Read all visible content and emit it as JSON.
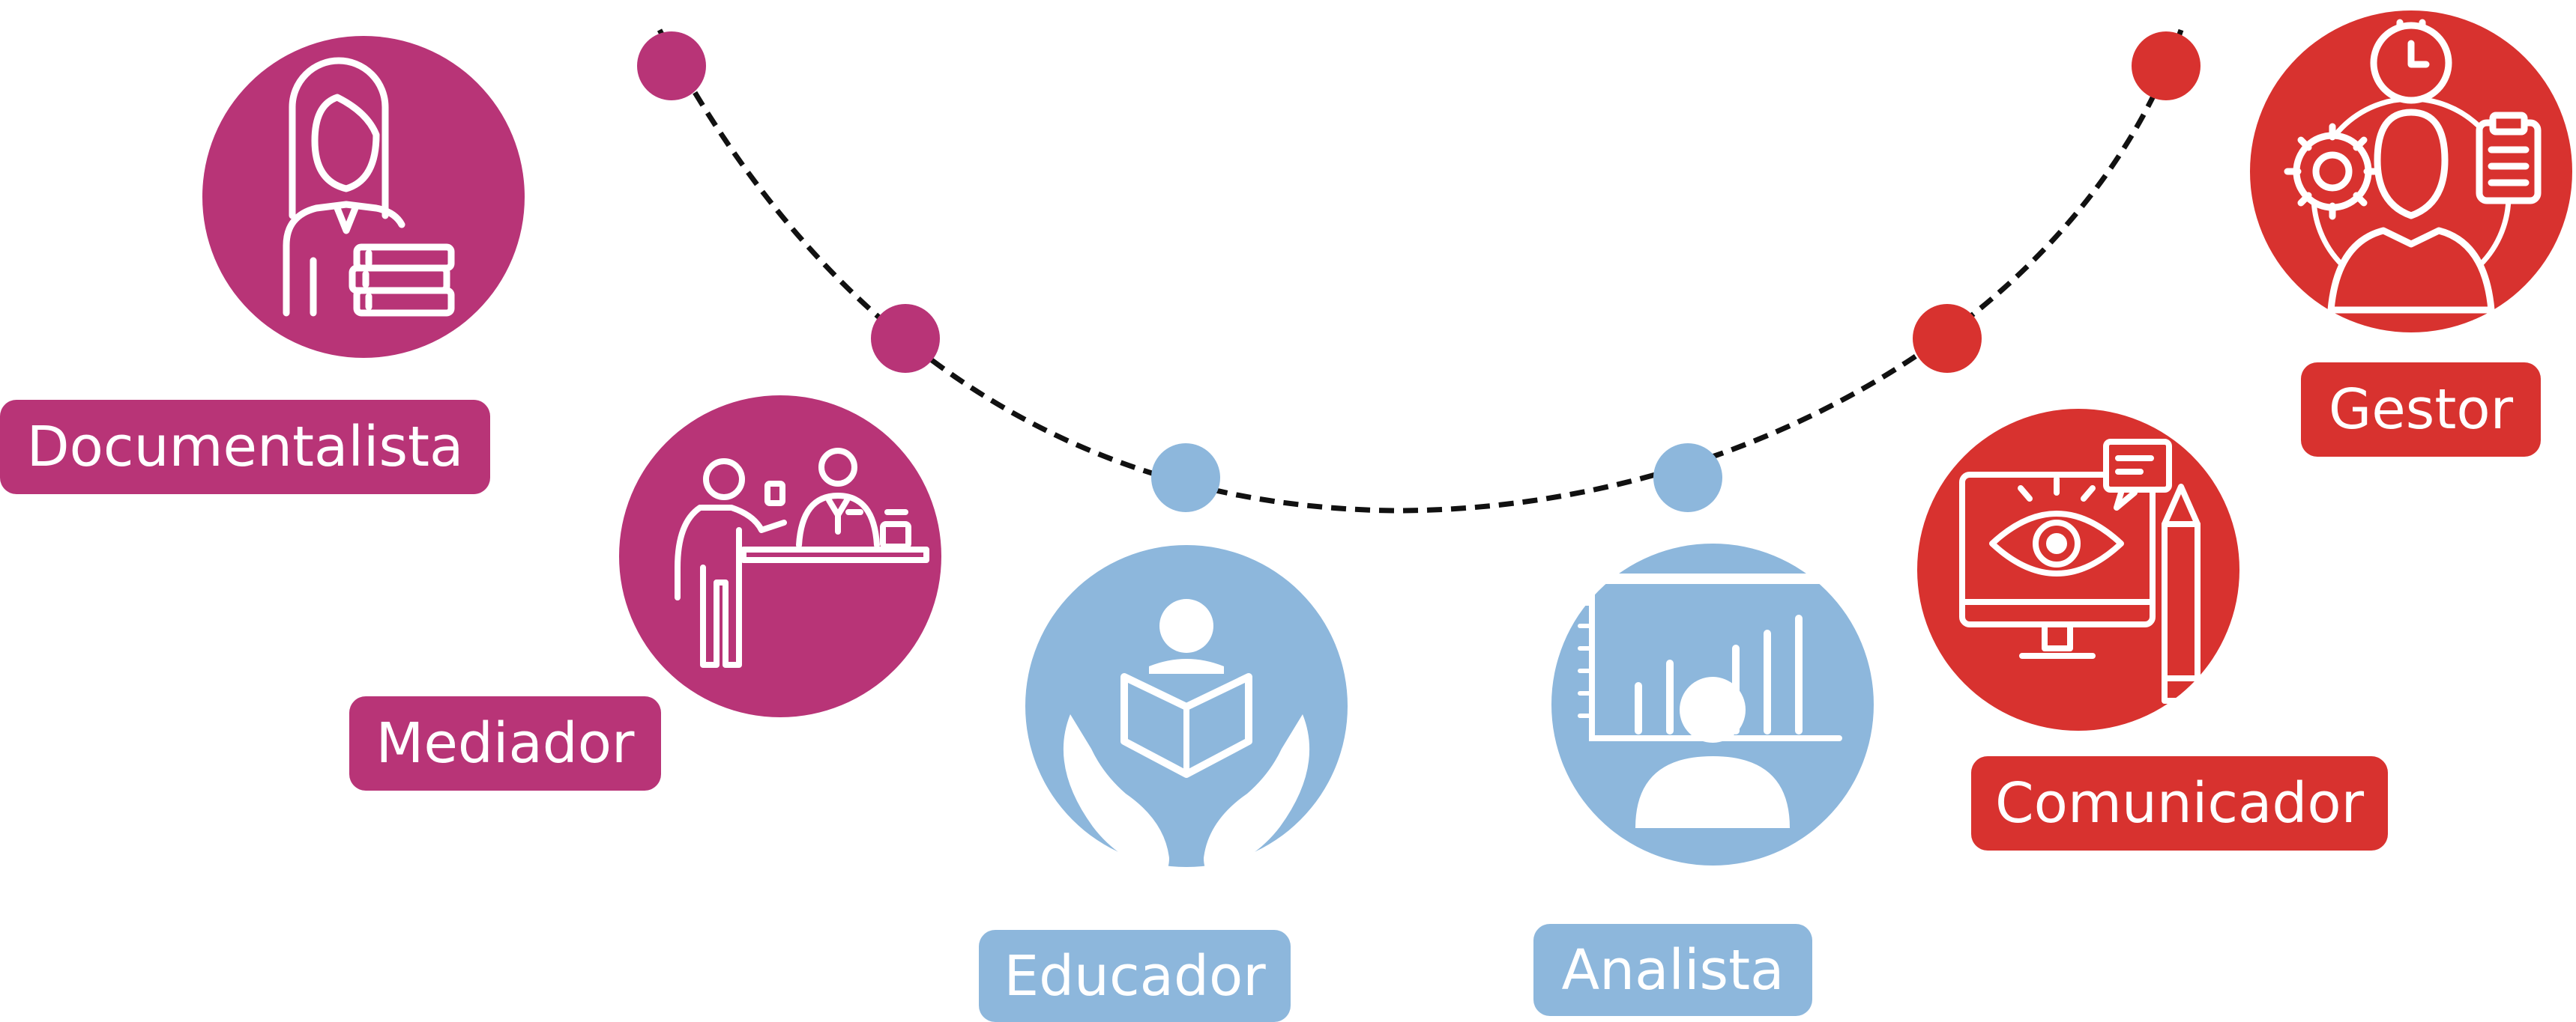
{
  "colors": {
    "magenta": "#b83477",
    "blue": "#8db7dc",
    "red": "#d8322f",
    "connector": "#111111",
    "icon_stroke": "#ffffff"
  },
  "roles": [
    {
      "key": "documentalista",
      "label": "Documentalista",
      "color_group": "magenta",
      "icon": "librarian-with-books-icon"
    },
    {
      "key": "mediador",
      "label": "Mediador",
      "color_group": "magenta",
      "icon": "service-desk-icon"
    },
    {
      "key": "educador",
      "label": "Educador",
      "color_group": "blue",
      "icon": "hands-holding-reader-icon"
    },
    {
      "key": "analista",
      "label": "Analista",
      "color_group": "blue",
      "icon": "person-with-bar-chart-icon"
    },
    {
      "key": "comunicador",
      "label": "Comunicador",
      "color_group": "red",
      "icon": "monitor-eye-pencil-icon"
    },
    {
      "key": "gestor",
      "label": "Gestor",
      "color_group": "red",
      "icon": "manager-gear-clock-clipboard-icon"
    }
  ]
}
